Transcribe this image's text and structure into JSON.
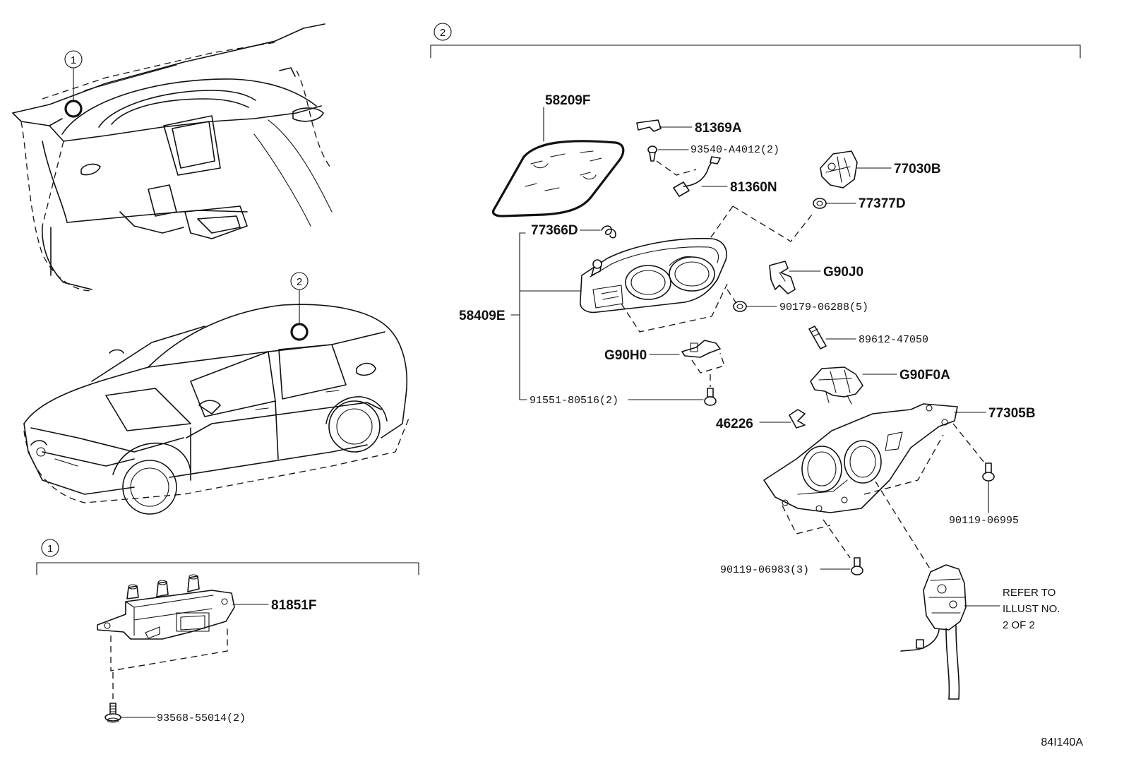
{
  "callouts": {
    "dash_marker": "1",
    "car_marker": "2",
    "section1_marker": "1",
    "section2_marker": "2"
  },
  "parts": {
    "p58209F": "58209F",
    "p81369A": "81369A",
    "p93540": "93540-A4012(2)",
    "p81360N": "81360N",
    "p77030B": "77030B",
    "p77377D": "77377D",
    "p77366D": "77366D",
    "p58409E": "58409E",
    "pG90J0": "G90J0",
    "p90179": "90179-06288(5)",
    "p89612": "89612-47050",
    "pG90H0": "G90H0",
    "pG90F0A": "G90F0A",
    "p91551": "91551-80516(2)",
    "p46226": "46226",
    "p77305B": "77305B",
    "p90119_06995": "90119-06995",
    "p90119_06983": "90119-06983(3)",
    "p81851F": "81851F",
    "p93568": "93568-55014(2)"
  },
  "note": {
    "line1": "REFER TO",
    "line2": "ILLUST NO.",
    "line3": "2 OF 2"
  },
  "illustration_code": "84I140A"
}
